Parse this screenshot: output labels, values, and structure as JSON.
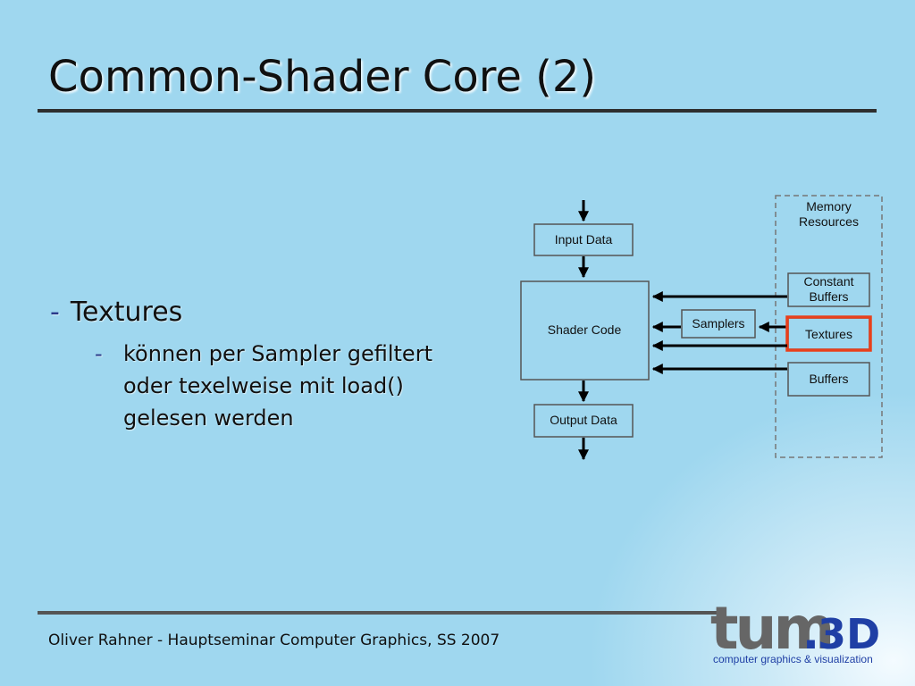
{
  "slide": {
    "title": "Common-Shader Core (2)",
    "bullet1": {
      "dash": "-",
      "text": "Textures"
    },
    "bullet2": {
      "dash": "-",
      "lines": [
        "können per Sampler gefiltert",
        "oder texelweise mit load()",
        "gelesen werden"
      ]
    },
    "footer": "Oliver Rahner - Hauptseminar Computer Graphics, SS 2007"
  },
  "diagram": {
    "memory_title": [
      "Memory",
      "Resources"
    ],
    "input": "Input Data",
    "shader": "Shader Code",
    "output": "Output Data",
    "samplers": "Samplers",
    "constant_buffers": [
      "Constant",
      "Buffers"
    ],
    "textures": "Textures",
    "buffers": "Buffers",
    "highlight_color": "#e8401c"
  },
  "logo": {
    "text_tum": "tum",
    "text_dot": ".",
    "text_3d": "3D",
    "tagline": "computer graphics & visualization",
    "gray": "#666666",
    "blue": "#1f3fa5"
  }
}
